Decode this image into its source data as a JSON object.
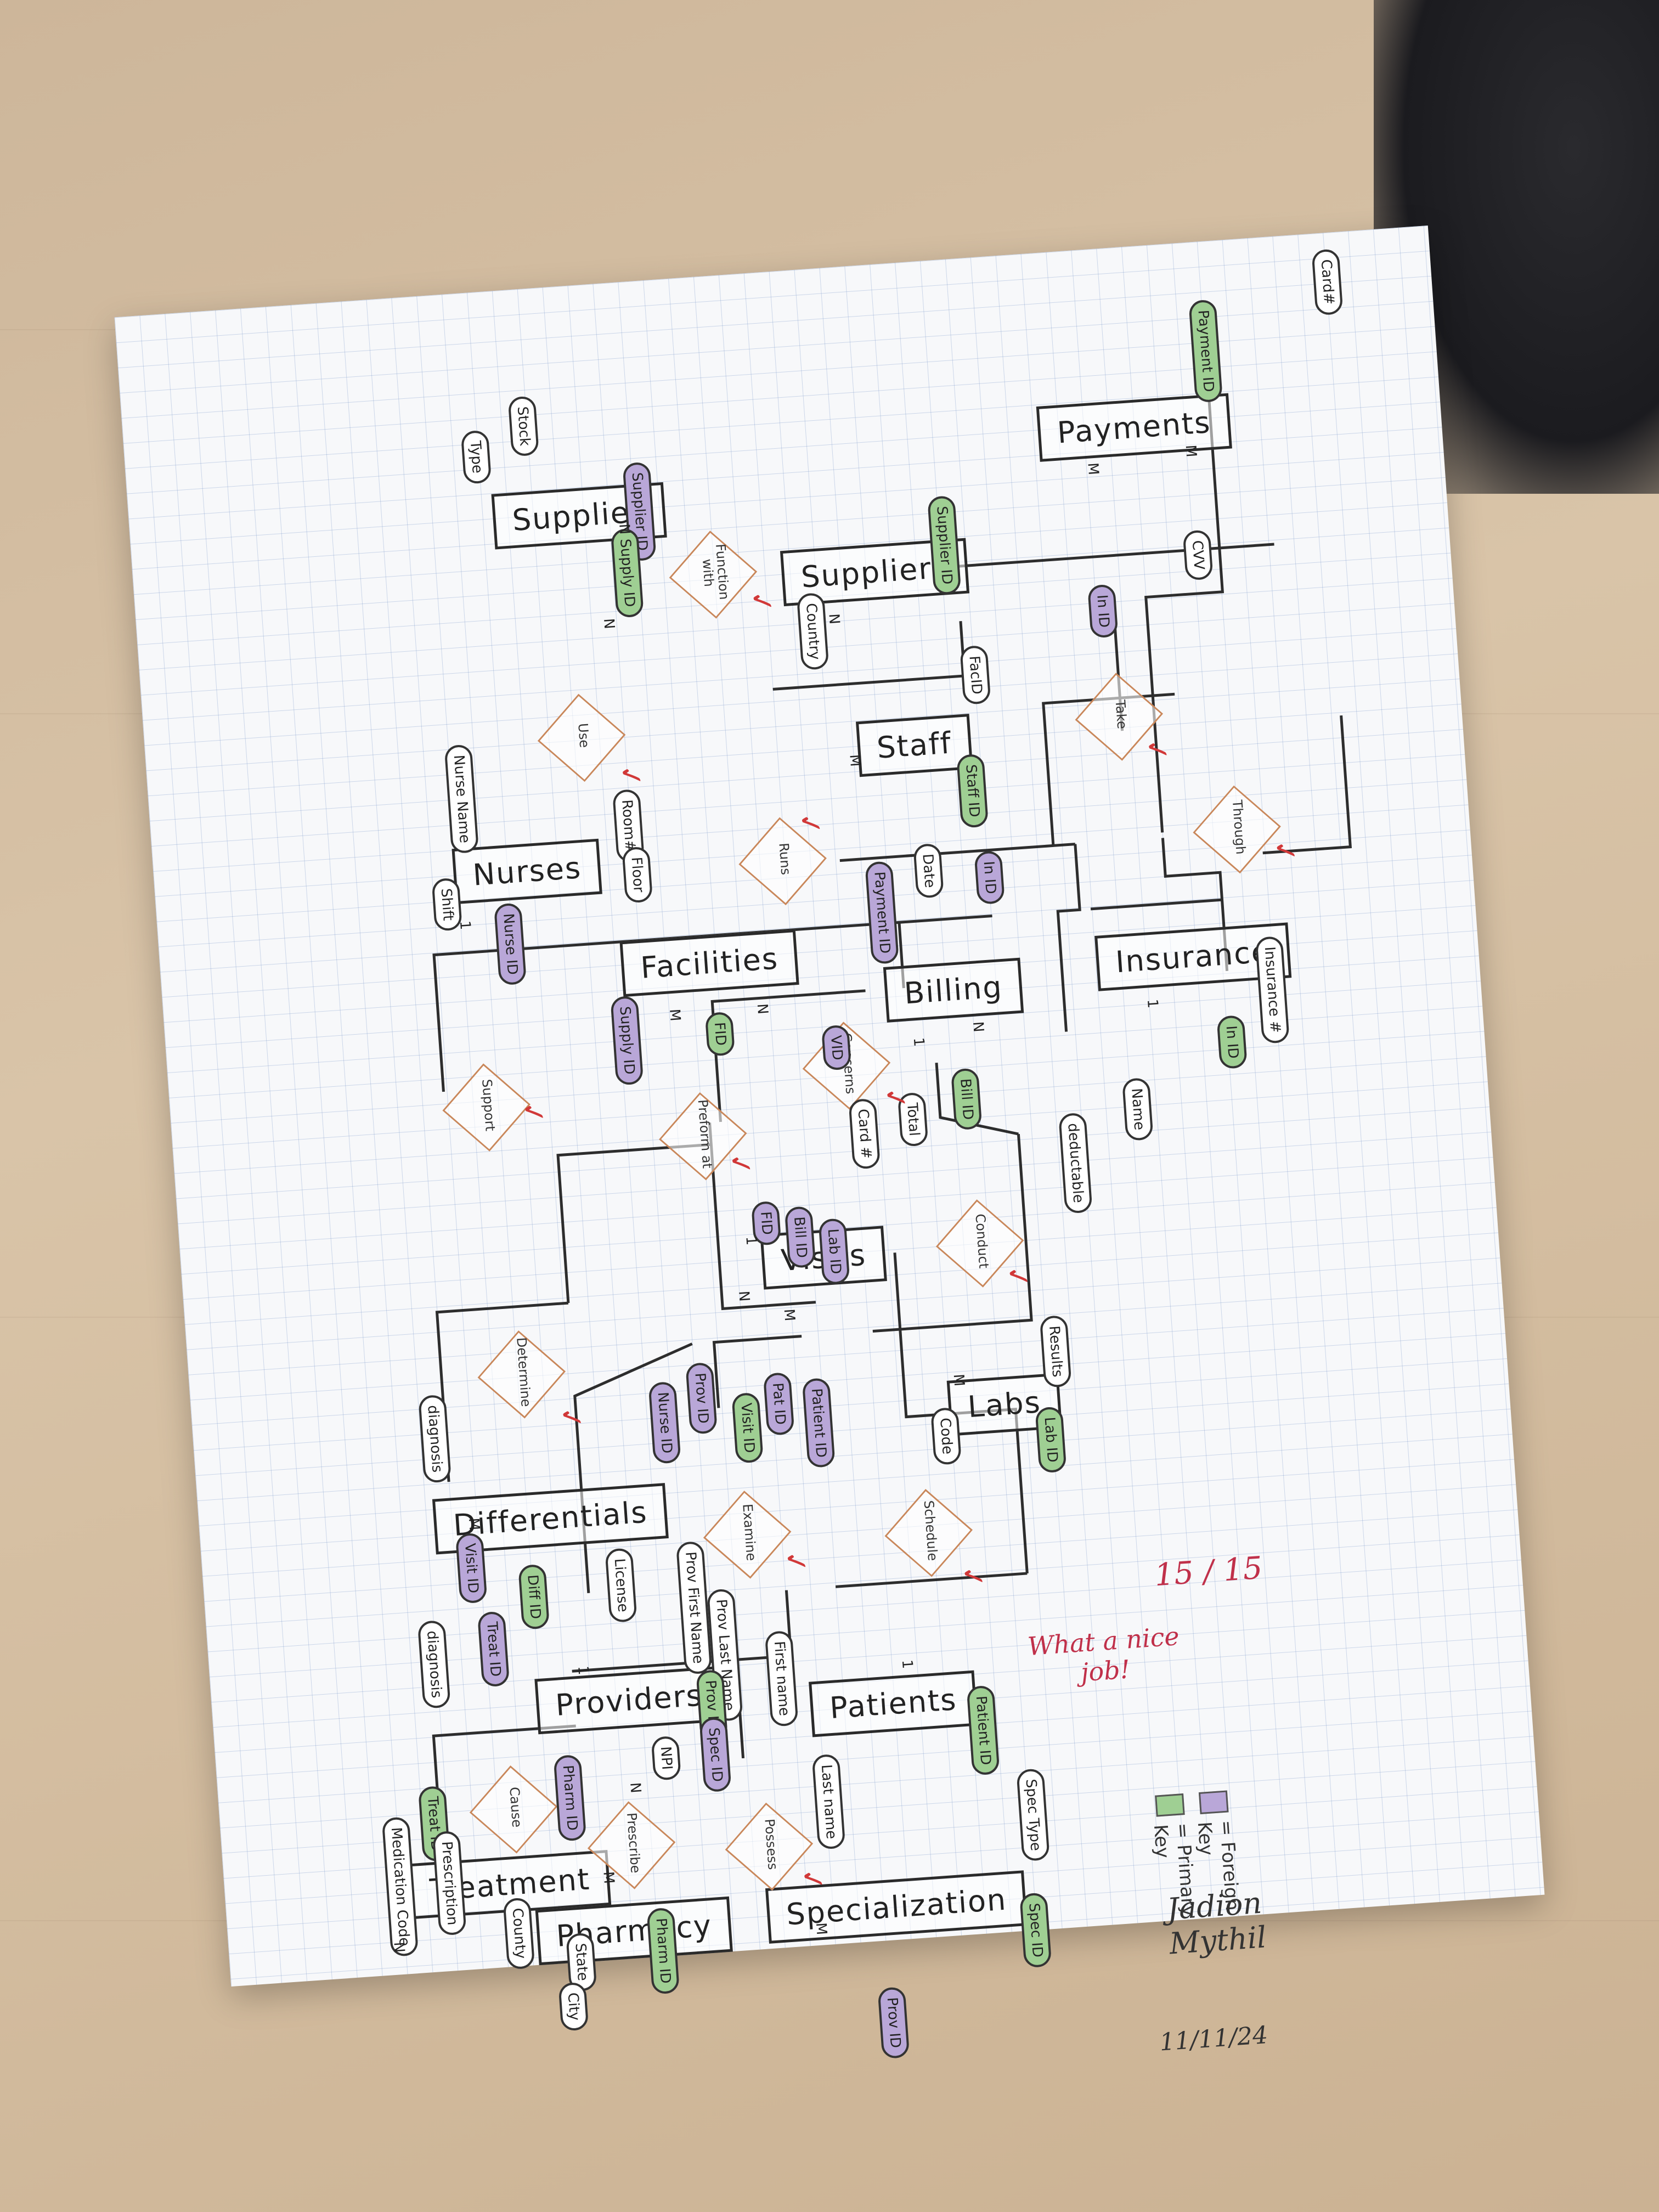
{
  "colors": {
    "primary_key": "#9fcf93",
    "foreign_key": "#b9a7d8",
    "relationship_border": "#c9875a",
    "grade_ink": "#c0304a"
  },
  "entities": {
    "payments": "Payments",
    "suppliers": "Suppliers",
    "supplies": "Supplies",
    "staff": "Staff",
    "insurance": "Insurance",
    "billing": "Billing",
    "nurses": "Nurses",
    "facilities": "Facilities",
    "visits": "Visits",
    "labs": "Labs",
    "differentials": "Differentials",
    "providers": "Providers",
    "patients": "Patients",
    "treatment": "Treatment",
    "pharmacy": "Pharmacy",
    "specialization": "Specialization"
  },
  "relationships": {
    "take": "Take",
    "through": "Through",
    "function_with": "Function with",
    "use": "Use",
    "runs": "Runs",
    "concerns": "Concerns",
    "support": "Support",
    "perform_at": "Preform at",
    "conduct": "Conduct",
    "determine": "Determine",
    "examine": "Examine",
    "schedule": "Schedule",
    "prescribe": "Prescribe",
    "cause": "Cause",
    "possess": "Possess"
  },
  "attributes": {
    "card_num": "Card#",
    "payment_id": "Payment ID",
    "type": "Type",
    "stock": "Stock",
    "supplier_id": "Supplier ID",
    "supply_id": "Supply ID",
    "supplier_id_2": "Supplier ID",
    "country": "Country",
    "fac_id": "FacID",
    "staff_id": "Staff ID",
    "in_id": "In ID",
    "cvv": "CVV",
    "in_id_2": "In ID",
    "date": "Date",
    "payment_id_2": "Payment ID",
    "room_num": "Room#",
    "floor": "Floor",
    "nurse_name": "Nurse Name",
    "shift": "Shift",
    "nurse_id": "Nurse ID",
    "fid": "FID",
    "supply_id_2": "Supply ID",
    "insurance_num": "Insurance #",
    "in_id_3": "In ID",
    "name": "Name",
    "deductable": "deductable",
    "bill_id": "Bill ID",
    "total": "Total",
    "card_num_2": "Card #",
    "vid": "VID",
    "fid_2": "FID",
    "bill_id_2": "Bill ID",
    "lab_id": "Lab ID",
    "nurse_id_2": "Nurse ID",
    "prov_id": "Prov ID",
    "visit_id": "Visit ID",
    "pat_id": "Pat ID",
    "patient_id": "Patient ID",
    "results": "Results",
    "lab_id_2": "Lab ID",
    "code": "Code",
    "diagnosis": "diagnosis",
    "visit_id_2": "Visit ID",
    "diff_id": "Diff ID",
    "treat_id": "Treat ID",
    "diagnosis_2": "diagnosis",
    "medication_code": "Medication Code",
    "treat_id_2": "Treat ID",
    "prescription": "Prescription",
    "license": "License",
    "prov_first_name": "Prov First Name",
    "prov_last_name": "Prov Last Name",
    "prov_id_2": "Prov ID",
    "npi": "NPI",
    "spec_id": "Spec ID",
    "pharm_id": "Pharm ID",
    "county": "County",
    "state": "State",
    "city": "City",
    "pharm_id_2": "Pharm ID",
    "first_name": "First name",
    "last_name": "Last name",
    "patient_id_2": "Patient ID",
    "spec_type": "Spec Type",
    "spec_id_2": "Spec ID",
    "prov_id_3": "Prov ID"
  },
  "cardinalities": {
    "m": "M",
    "n": "N",
    "one": "1"
  },
  "grade": {
    "score": "15",
    "total": "15",
    "comment_line1": "What a nice",
    "comment_line2": "job!"
  },
  "legend": {
    "primary": "= Primary Key",
    "foreign": "= Foreign Key"
  },
  "signature": {
    "name": "Jadion Mythil",
    "date": "11/11/24"
  }
}
